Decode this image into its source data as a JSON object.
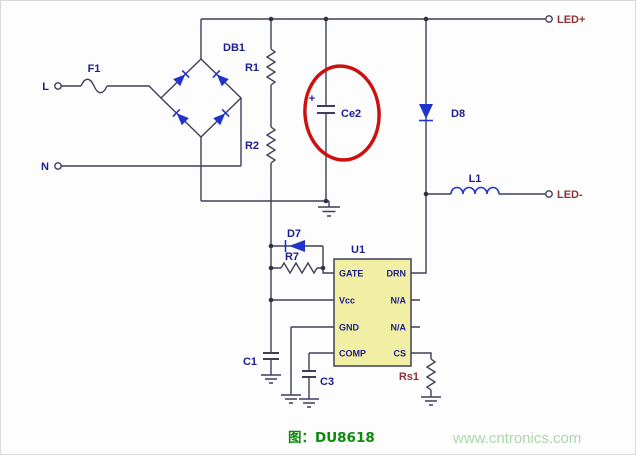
{
  "caption": "图：DU8618",
  "watermark": "www.cntronics.com",
  "colors": {
    "wire": "#3f3f5a",
    "component_blue": "#2233cc",
    "label_navy": "#1d1d8f",
    "label_maroon": "#8f3333",
    "ic_fill": "#f1efa3",
    "highlight_red": "#cc1111",
    "caption_green": "#0b8a0b",
    "watermark_green": "#abd8ab"
  },
  "terminals": {
    "live": "L",
    "neutral": "N",
    "led_plus": "LED+",
    "led_minus": "LED-"
  },
  "components": {
    "fuse": "F1",
    "bridge": "DB1",
    "r1": "R1",
    "r2": "R2",
    "bus_cap": "Ce2",
    "bus_cap_polarity": "+",
    "freewheel_diode": "D8",
    "inductor": "L1",
    "gate_diode": "D7",
    "gate_resistor": "R7",
    "vcc_cap": "C1",
    "comp_cap": "C3",
    "sense_resistor": "Rs1"
  },
  "ic": {
    "name": "U1",
    "pins_left": [
      "GATE",
      "Vcc",
      "GND",
      "COMP"
    ],
    "pins_right": [
      "DRN",
      "N/A",
      "N/A",
      "CS"
    ]
  }
}
